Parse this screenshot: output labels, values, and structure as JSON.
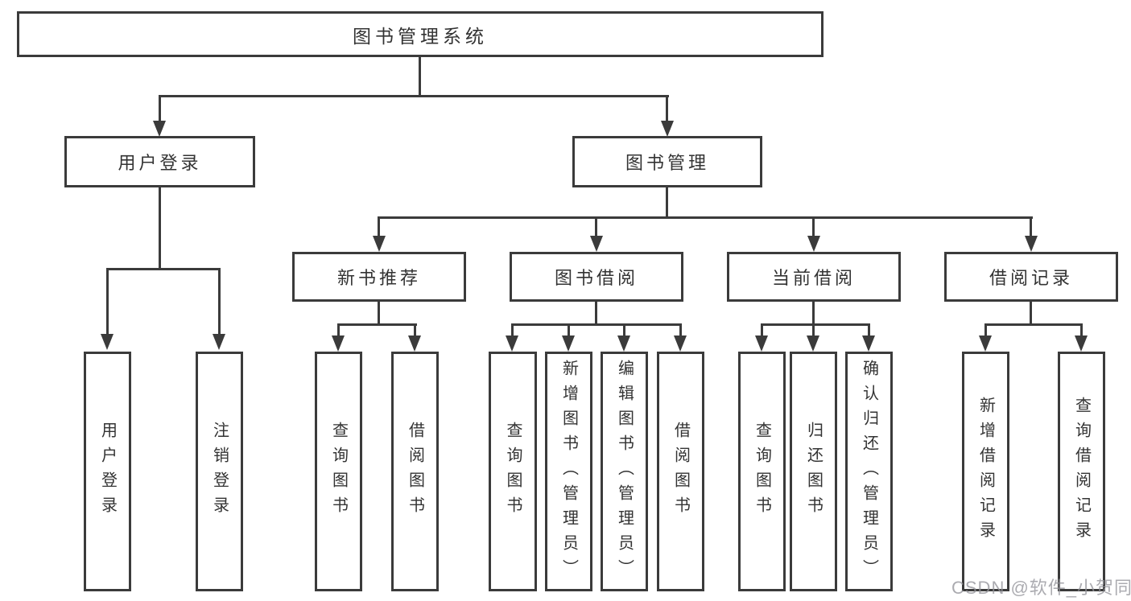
{
  "diagram": {
    "root": {
      "label": "图书管理系统"
    },
    "level2": {
      "user_login": {
        "label": "用户登录"
      },
      "book_management": {
        "label": "图书管理"
      }
    },
    "level3": {
      "new_book_rec": {
        "label": "新书推荐"
      },
      "book_borrow": {
        "label": "图书借阅"
      },
      "current_borrow": {
        "label": "当前借阅"
      },
      "borrow_records": {
        "label": "借阅记录"
      }
    },
    "level4": {
      "user_login_leaf": {
        "label": "用户登录"
      },
      "logout": {
        "label": "注销登录"
      },
      "query_books_rec": {
        "label": "查询图书"
      },
      "borrow_books_rec": {
        "label": "借阅图书"
      },
      "query_books_borrow": {
        "label": "查询图书"
      },
      "add_books_admin": {
        "label": "新增图书（管理员）"
      },
      "edit_books_admin": {
        "label": "编辑图书（管理员）"
      },
      "borrow_books_borrow": {
        "label": "借阅图书"
      },
      "query_books_current": {
        "label": "查询图书"
      },
      "return_books": {
        "label": "归还图书"
      },
      "confirm_return_admin": {
        "label": "确认归还（管理员）"
      },
      "add_borrow_record": {
        "label": "新增借阅记录"
      },
      "query_borrow_record": {
        "label": "查询借阅记录"
      }
    },
    "watermark": "CSDN @软件_小贺同学",
    "colors": {
      "line": "#3b3b3b",
      "text": "#333333",
      "background": "#ffffff",
      "watermark": "#94949a"
    }
  }
}
